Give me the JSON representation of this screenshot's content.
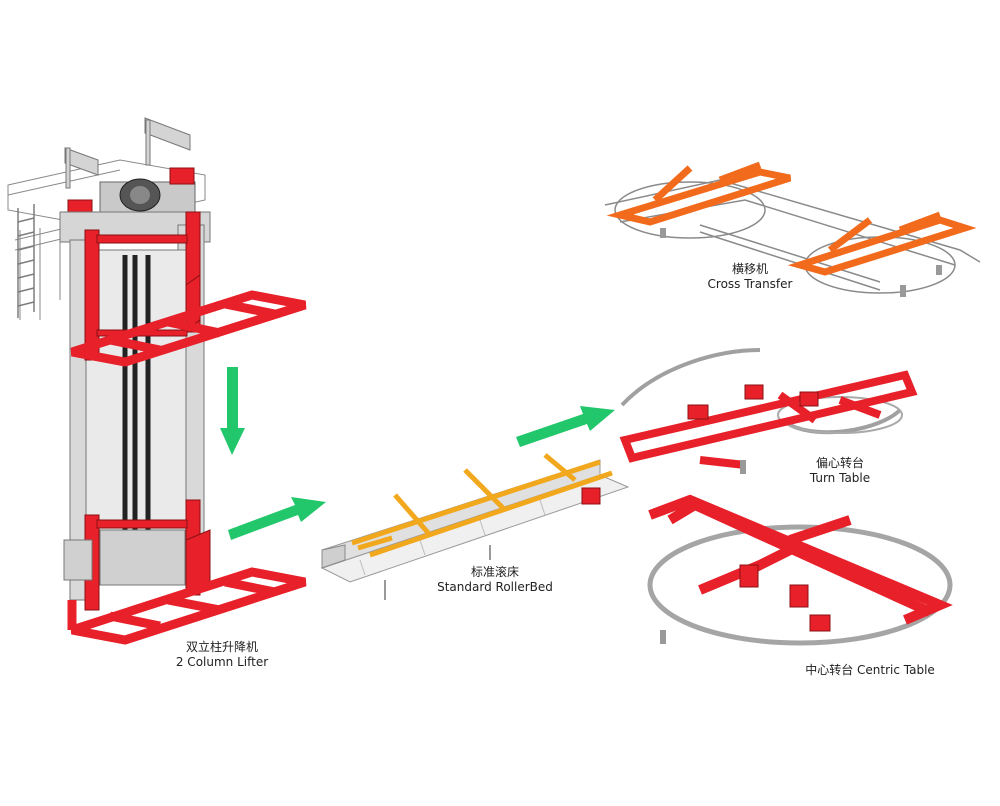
{
  "accent_red": "#e8202a",
  "accent_orange": "#f26b1d",
  "accent_yellow": "#f2a81d",
  "arrow_green": "#22c76b",
  "machines": [
    {
      "id": "lifter",
      "name_cn": "双立柱升降机",
      "name_en": "2 Column Lifter"
    },
    {
      "id": "rollerbed",
      "name_cn": "标准滚床",
      "name_en": "Standard RollerBed"
    },
    {
      "id": "crosstransfer",
      "name_cn": "横移机",
      "name_en": "Cross Transfer"
    },
    {
      "id": "turntable",
      "name_cn": "偏心转台",
      "name_en": "Turn Table"
    },
    {
      "id": "centric",
      "name_cn": "中心转台",
      "name_en": "Centric Table",
      "combined": "中心转台 Centric Table"
    }
  ],
  "arrows": [
    {
      "from": "lifter-top",
      "to": "lifter-bottom",
      "direction": "down"
    },
    {
      "from": "lifter",
      "to": "rollerbed",
      "direction": "right"
    },
    {
      "from": "rollerbed",
      "to": "turntable",
      "direction": "right"
    }
  ]
}
